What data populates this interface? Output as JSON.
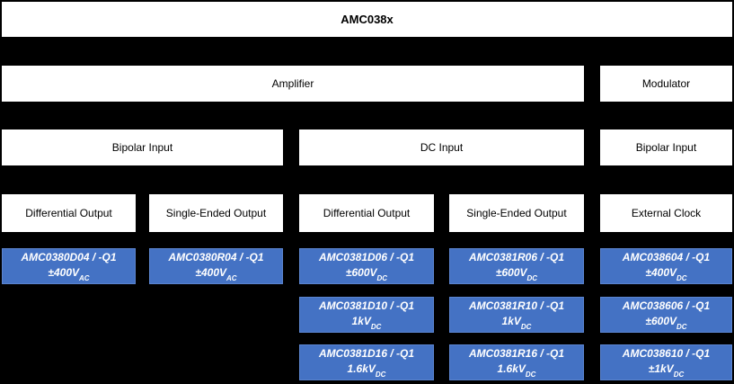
{
  "page": {
    "title": "AMC038x"
  },
  "colors": {
    "background": "#000000",
    "box_fill": "#ffffff",
    "box_text": "#000000",
    "part_fill": "#4472c4",
    "part_text": "#ffffff"
  },
  "families": [
    {
      "label": "Amplifier"
    },
    {
      "label": "Modulator"
    }
  ],
  "inputs": [
    {
      "label": "Bipolar Input"
    },
    {
      "label": "DC Input"
    },
    {
      "label": "Bipolar Input"
    }
  ],
  "outputs": [
    {
      "label": "Differential Output"
    },
    {
      "label": "Single-Ended Output"
    },
    {
      "label": "Differential Output"
    },
    {
      "label": "Single-Ended Output"
    },
    {
      "label": "External Clock"
    }
  ],
  "parts": {
    "col1": [
      {
        "name": "AMC0380D04 / -Q1",
        "rating": "±400V",
        "rating_sub": "AC"
      }
    ],
    "col2": [
      {
        "name": "AMC0380R04 / -Q1",
        "rating": "±400V",
        "rating_sub": "AC"
      }
    ],
    "col3": [
      {
        "name": "AMC0381D06 / -Q1",
        "rating": "±600V",
        "rating_sub": "DC"
      },
      {
        "name": "AMC0381D10 / -Q1",
        "rating": "1kV",
        "rating_sub": "DC"
      },
      {
        "name": "AMC0381D16 / -Q1",
        "rating": "1.6kV",
        "rating_sub": "DC"
      }
    ],
    "col4": [
      {
        "name": "AMC0381R06 / -Q1",
        "rating": "±600V",
        "rating_sub": "DC"
      },
      {
        "name": "AMC0381R10 / -Q1",
        "rating": "1kV",
        "rating_sub": "DC"
      },
      {
        "name": "AMC0381R16 / -Q1",
        "rating": "1.6kV",
        "rating_sub": "DC"
      }
    ],
    "col5": [
      {
        "name": "AMC038604 / -Q1",
        "rating": "±400V",
        "rating_sub": "DC"
      },
      {
        "name": "AMC038606 / -Q1",
        "rating": "±600V",
        "rating_sub": "DC"
      },
      {
        "name": "AMC038610 / -Q1",
        "rating": "±1kV",
        "rating_sub": "DC"
      }
    ]
  }
}
